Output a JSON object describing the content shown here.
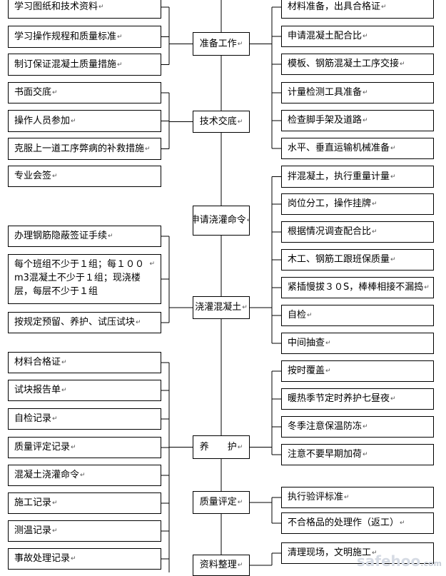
{
  "diagram": {
    "left_column": [
      "学习图纸和技术资料",
      "学习操作规程和质量标准",
      "制订保证混凝土质量措施",
      "书面交底",
      "操作人员参加",
      "克服上一道工序弊病的补救措施",
      "专业会签",
      "办理钢筋隐蔽签证手续",
      "每个班组不少于１组；每１００m3混凝土不少于１组；现浇楼层，每层不少于１组",
      "按规定预留、养护、试压试块",
      "材料合格证",
      "试块报告单",
      "自检记录",
      "质量评定记录",
      "混凝土浇灌命令",
      "施工记录",
      "测温记录",
      "事故处理记录"
    ],
    "center_column": [
      "准备工作",
      "技术交底",
      "申请浇灌命令",
      "浇灌混凝土",
      "养　　护",
      "质量评定",
      "资料整理"
    ],
    "right_column": [
      "材料准备，出具合格证",
      "申请混凝土配合比",
      "模板、钢筋混凝土工序交接",
      "计量检测工具准备",
      "检查脚手架及道路",
      "水平、垂直运输机械准备",
      "拌混凝土，执行重量计量",
      "岗位分工，操作挂牌",
      "根据情况调查配合比",
      "木工、钢筋工跟班保质量",
      "紧插慢拔３０S，棒棒相接不漏捣",
      "自检",
      "中间抽查",
      "按时覆盖",
      "暖热季节定时养护七昼夜",
      "冬季注意保温防冻",
      "注意不要早期加荷",
      "执行验评标准",
      "不合格品的处理作（返工）",
      "清理现场，文明施工"
    ],
    "paragraph_mark": "↵"
  },
  "watermark": {
    "main": "safehoo",
    "suffix": ".com"
  }
}
